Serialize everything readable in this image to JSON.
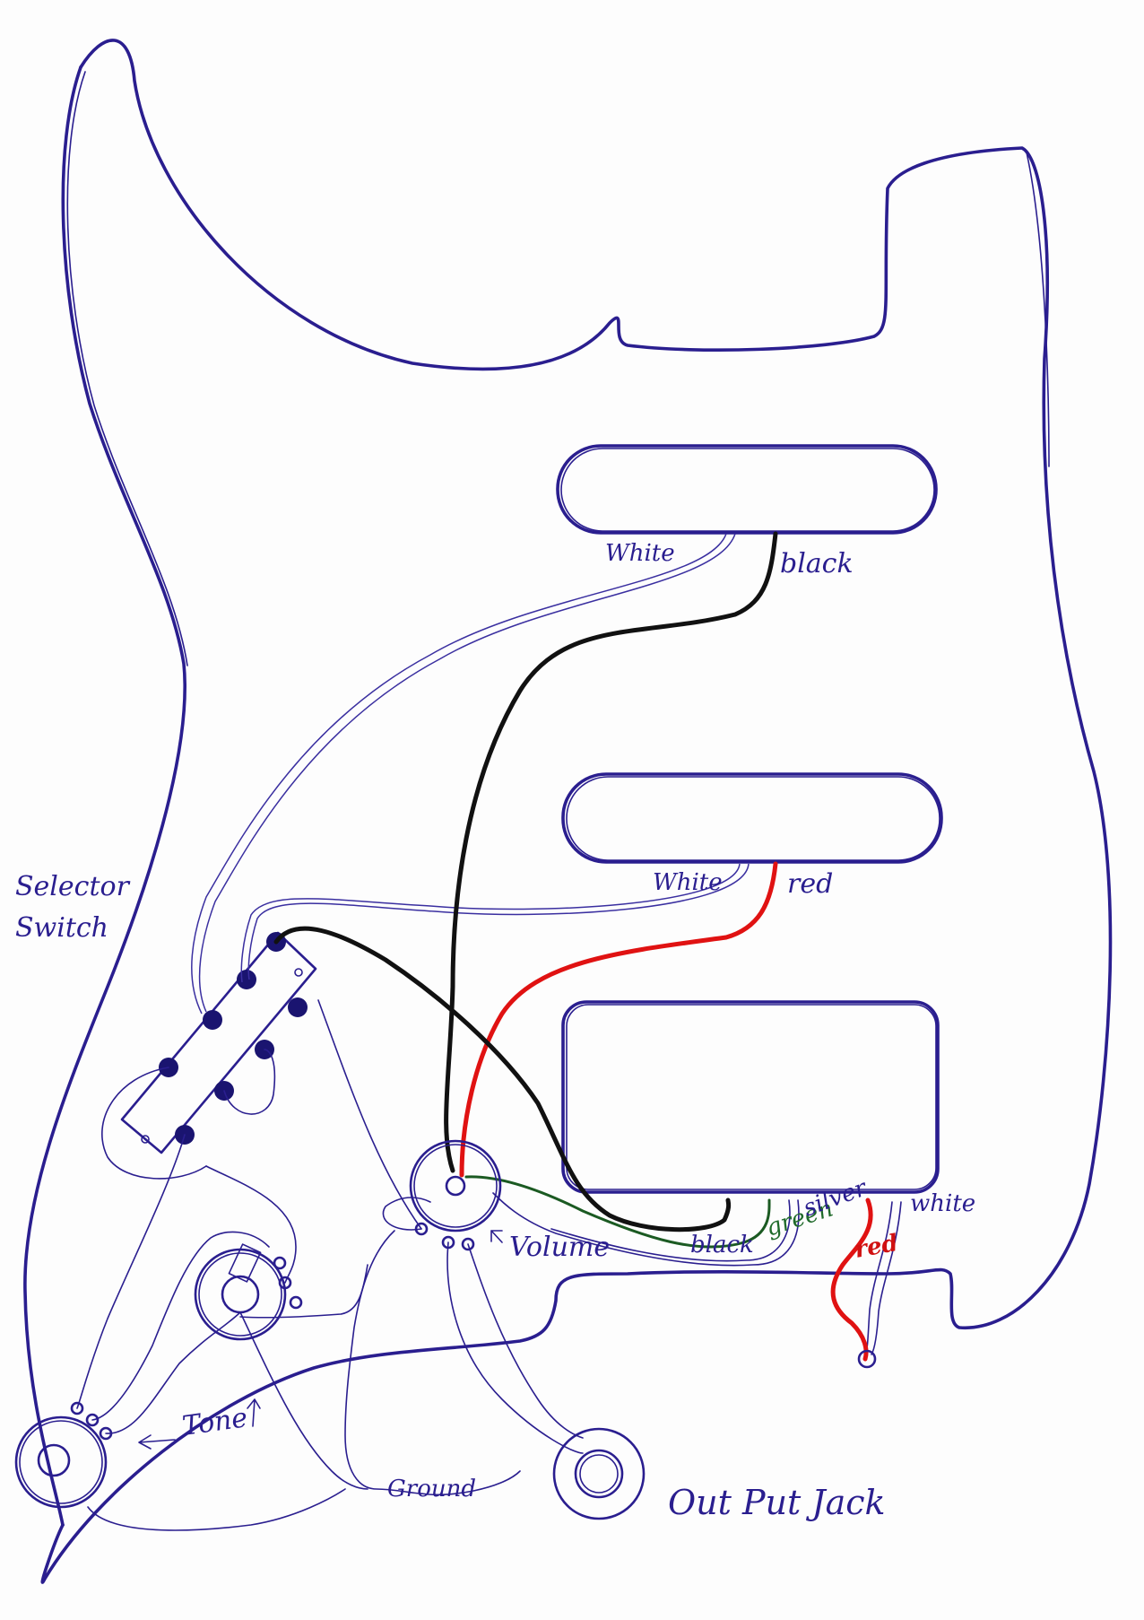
{
  "labels": {
    "white_neck": "White",
    "black_neck": "black",
    "white_middle": "White",
    "red_middle": "red",
    "selector_line1": "Selector",
    "selector_line2": "Switch",
    "volume": "Volume",
    "black_bridge": "black",
    "green_bridge": "green",
    "silver_bridge": "silver",
    "white_bridge": "white",
    "red_jack": "red",
    "tone": "Tone",
    "ground": "Ground",
    "output_jack": "Out Put Jack"
  },
  "colors": {
    "ink": "#2a1e8f",
    "black_wire": "#111111",
    "red_wire": "#e01212",
    "green_wire": "#1b5a22"
  }
}
